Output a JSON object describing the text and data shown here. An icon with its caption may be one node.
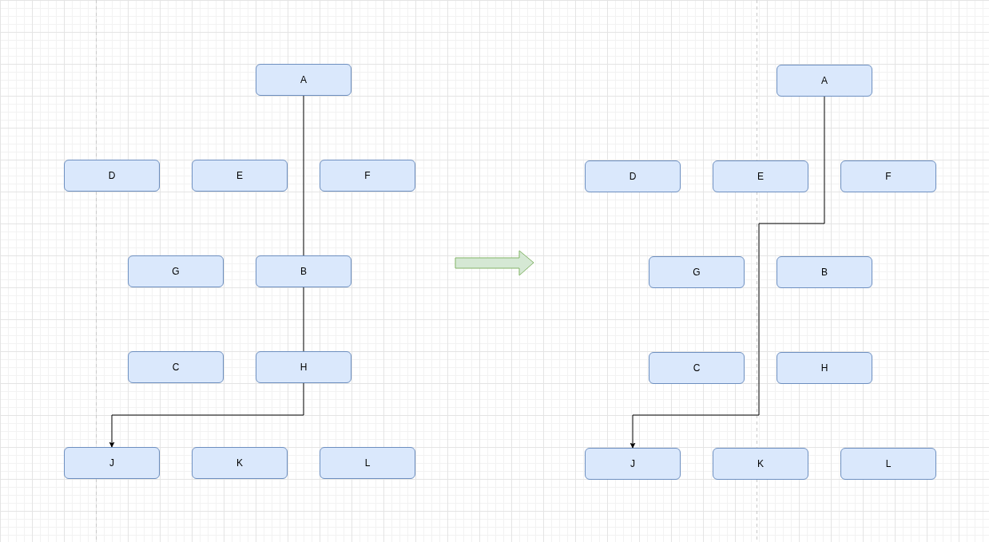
{
  "diagram": {
    "nodes": [
      {
        "text": [
          "A"
        ]
      },
      {
        "text": [
          "D"
        ]
      },
      {
        "text": [
          "E"
        ]
      },
      {
        "text": [
          "F"
        ]
      },
      {
        "text": [
          "G"
        ]
      },
      {
        "text": [
          "B"
        ]
      },
      {
        "text": [
          "C"
        ]
      },
      {
        "text": [
          "H"
        ]
      },
      {
        "text": [
          "J"
        ]
      },
      {
        "text": [
          "K"
        ]
      },
      {
        "text": [
          "L"
        ]
      },
      {
        "text": [
          "A"
        ]
      },
      {
        "text": [
          "D"
        ]
      },
      {
        "text": [
          "E"
        ]
      },
      {
        "text": [
          "F"
        ]
      },
      {
        "text": [
          "G"
        ]
      },
      {
        "text": [
          "B"
        ]
      },
      {
        "text": [
          "C"
        ]
      },
      {
        "text": [
          "H"
        ]
      },
      {
        "text": [
          "J"
        ]
      },
      {
        "text": [
          "K"
        ]
      },
      {
        "text": [
          "L"
        ]
      }
    ],
    "edges": [
      {
        "from": 0,
        "to": 5,
        "arrow": "none"
      },
      {
        "from": 5,
        "to": 7,
        "arrow": "none"
      },
      {
        "from": 7,
        "to": 8,
        "arrow": "to"
      },
      {
        "from": 11,
        "to": 19,
        "arrow": "to"
      }
    ]
  }
}
